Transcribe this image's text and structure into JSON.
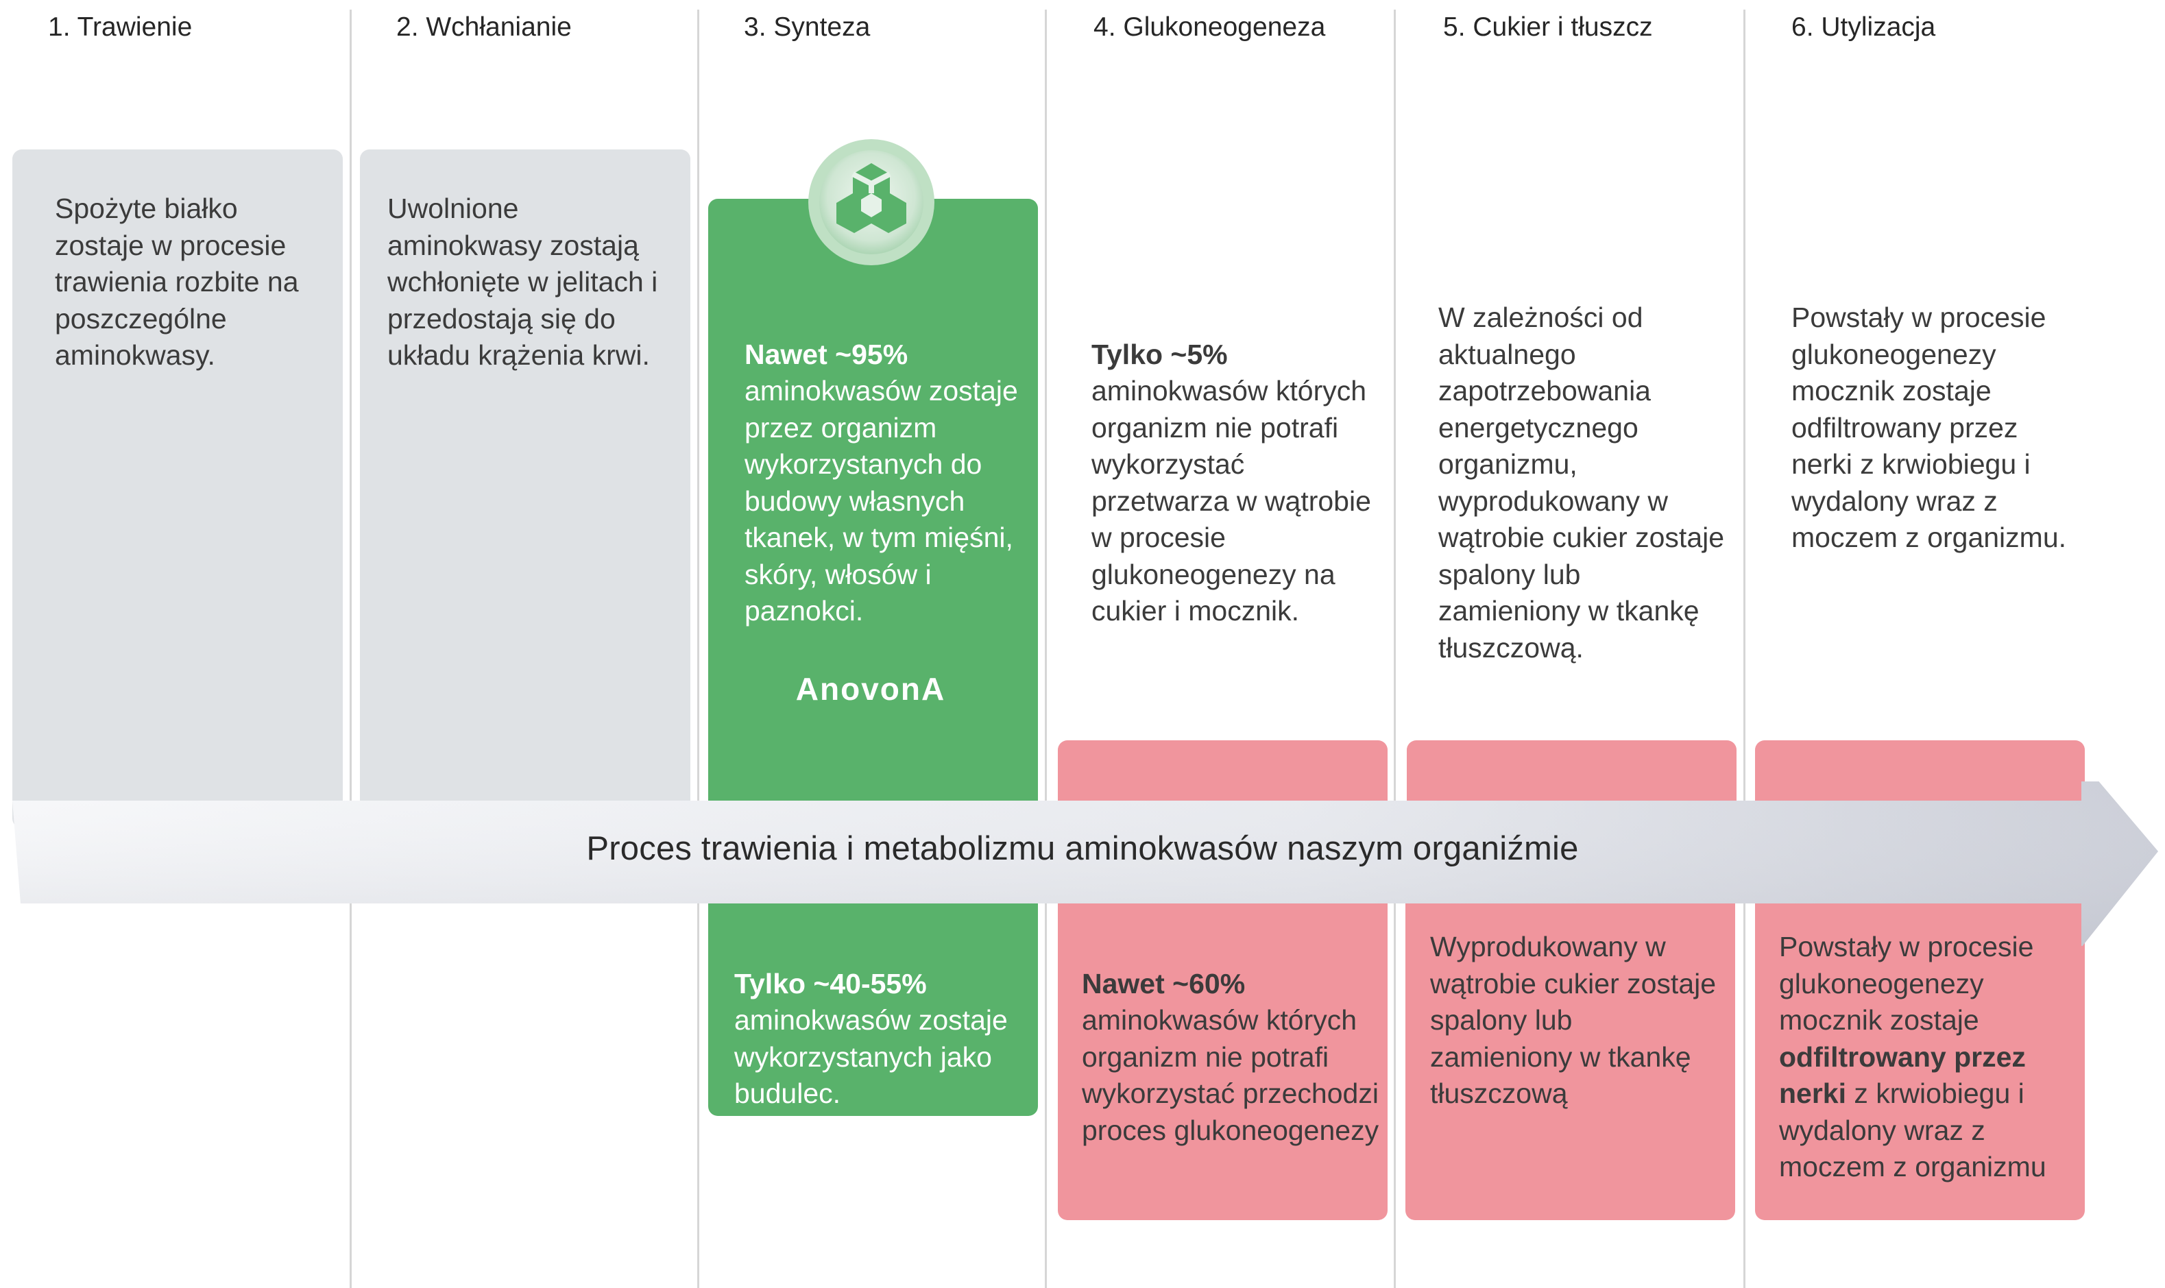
{
  "columns": [
    {
      "title": "1. Trawienie"
    },
    {
      "title": "2. Wchłanianie"
    },
    {
      "title": "3. Synteza"
    },
    {
      "title": "4. Glukoneogeneza"
    },
    {
      "title": "5. Cukier i tłuszcz"
    },
    {
      "title": "6. Utylizacja"
    }
  ],
  "upper": {
    "trawienie": "Spożyte  białko zostaje  w procesie trawienia rozbite na poszczególne aminokwasy.",
    "wchlanianie": "Uwolnione aminokwasy zostają wchłonięte w jelitach i przedostają się do układu krążenia krwi.",
    "synteza_bold": "Nawet ~95%",
    "synteza_rest": "aminokwasów zostaje przez organizm wykorzystanych do budowy własnych tkanek, w tym mięśni, skóry, włosów i paznokci.",
    "glukoneogeneza_bold": "Tylko ~5%",
    "glukoneogeneza_rest": "aminokwasów których organizm  nie potrafi wykorzystać przetwarza w wątrobie w  procesie glukoneogenezy na cukier i mocznik.",
    "cukier": "W zależności  od aktualnego zapotrzebowania energetycznego organizmu, wyprodukowany w wątrobie cukier zostaje spalony lub zamieniony w tkankę tłuszczową.",
    "utylizacja": "Powstały w procesie glukoneogenezy mocznik zostaje odfiltrowany przez nerki z krwiobiegu i wydalony wraz z moczem z organizmu."
  },
  "brand_name": "AnovonA",
  "arrow_label": "Proces trawienia i metabolizmu aminokwasów  naszym organiźmie",
  "lower": {
    "synteza_bold": "Tylko ~40-55%",
    "synteza_rest": "aminokwasów zostaje wykorzystanych jako budulec.",
    "glukoneogeneza_bold": "Nawet ~60%",
    "glukoneogeneza_rest": "aminokwasów których organizm nie potrafi wykorzystać przechodzi proces glukoneogenezy",
    "cukier": "Wyprodukowany w wątrobie cukier zostaje spalony lub zamieniony w tkankę tłuszczową",
    "utylizacja_pre": "Powstały w procesie glukoneogenezy mocznik zostaje ",
    "utylizacja_bold": "odfiltrowany przez nerki",
    "utylizacja_post": " z krwiobiegu i wydalony wraz z moczem z organizmu"
  },
  "colors": {
    "gray_box": "#dfe2e5",
    "green_box": "#59b26b",
    "pink_box": "#f0959d",
    "arrow": "#e6e8ee"
  }
}
